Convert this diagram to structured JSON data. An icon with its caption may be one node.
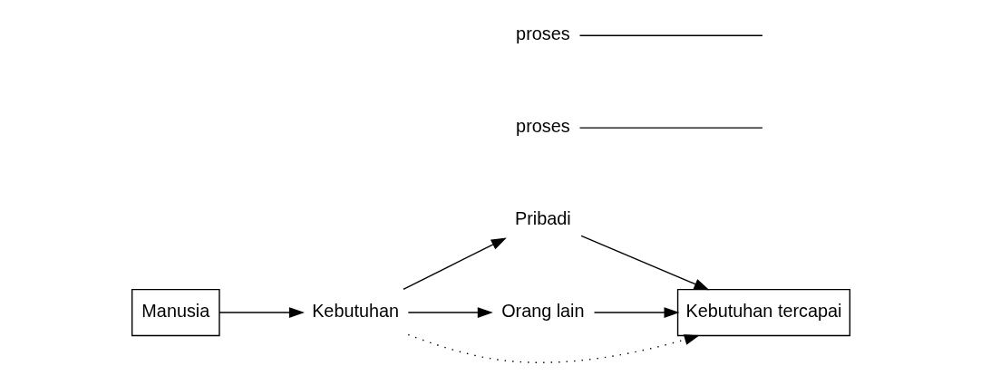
{
  "diagram": {
    "nodes": [
      {
        "text": [
          "Manusia"
        ]
      },
      {
        "text": [
          "Kebutuhan"
        ]
      },
      {
        "text": [
          "Pribadi"
        ]
      },
      {
        "text": [
          "Orang lain"
        ]
      },
      {
        "text": [
          "Kebutuhan tercapai"
        ]
      },
      {
        "text": [
          "proses"
        ]
      },
      {
        "text": [
          "proses"
        ]
      }
    ],
    "edges": [
      {
        "from": 0,
        "to": 1,
        "arrow": "to"
      },
      {
        "from": 1,
        "to": 2,
        "arrow": "to"
      },
      {
        "from": 1,
        "to": 3,
        "arrow": "to"
      },
      {
        "from": 1,
        "to": 4,
        "arrow": "to",
        "style": "dashed"
      },
      {
        "from": 2,
        "to": 4,
        "arrow": "to"
      },
      {
        "from": 3,
        "to": 4,
        "arrow": "to"
      },
      {
        "from": 5,
        "to": null,
        "arrow": "none"
      },
      {
        "from": 6,
        "to": null,
        "arrow": "none"
      }
    ]
  }
}
